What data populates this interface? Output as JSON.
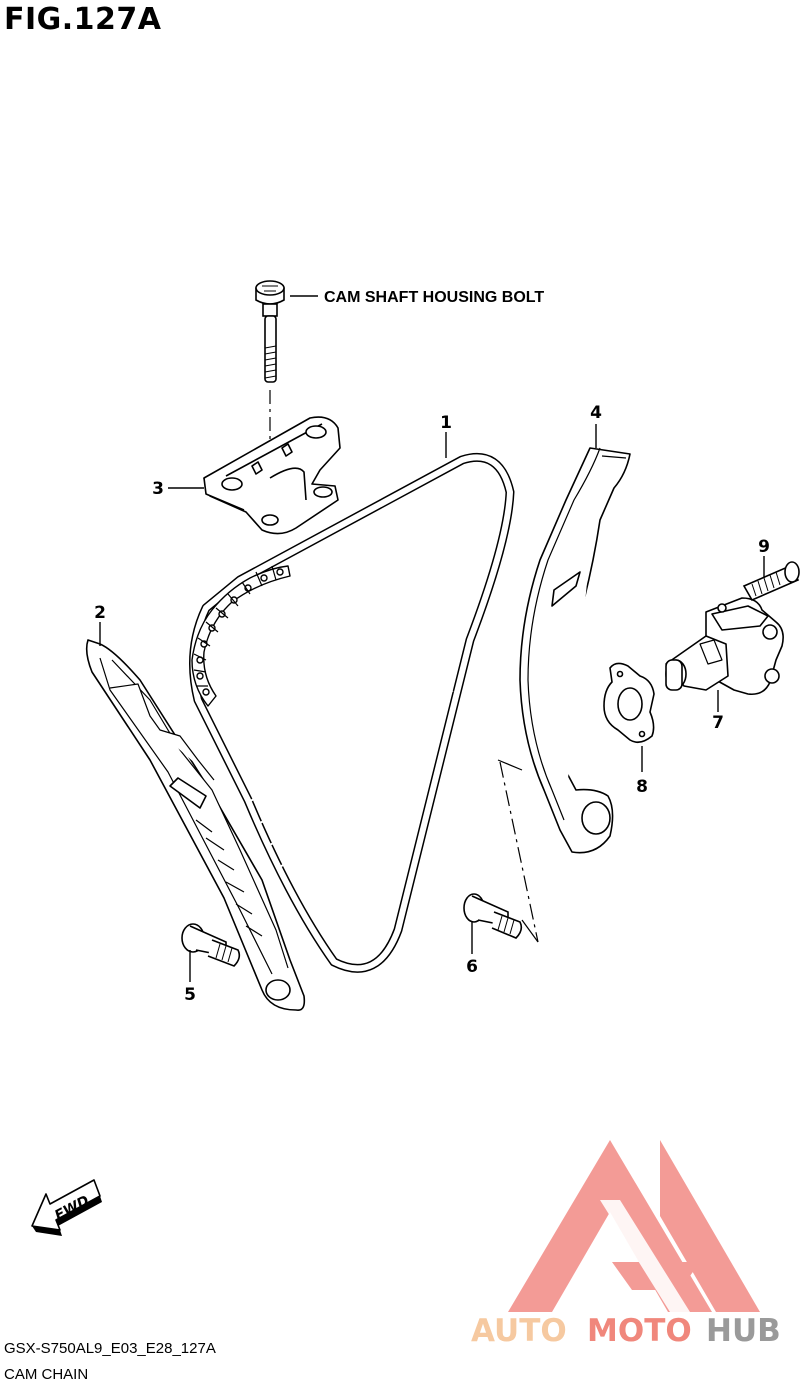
{
  "figure": {
    "title": "FIG.127A",
    "model_code": "GSX-S750AL9_E03_E28_127A",
    "section_name": "CAM CHAIN"
  },
  "callouts": [
    {
      "id": "1",
      "label": "1"
    },
    {
      "id": "2",
      "label": "2"
    },
    {
      "id": "3",
      "label": "3"
    },
    {
      "id": "4",
      "label": "4"
    },
    {
      "id": "5",
      "label": "5"
    },
    {
      "id": "6",
      "label": "6"
    },
    {
      "id": "7",
      "label": "7"
    },
    {
      "id": "8",
      "label": "8"
    },
    {
      "id": "9",
      "label": "9"
    }
  ],
  "annotation": "CAM SHAFT HOUSING BOLT",
  "direction_marker": "FWD",
  "watermark": {
    "part1": "AUTO",
    "part2": "MOTO",
    "part3": "HUB",
    "colors": {
      "auto": "#f6c9a0",
      "moto": "#f0877c",
      "hub": "#9a9a9a",
      "logo": "#f28a84"
    }
  }
}
